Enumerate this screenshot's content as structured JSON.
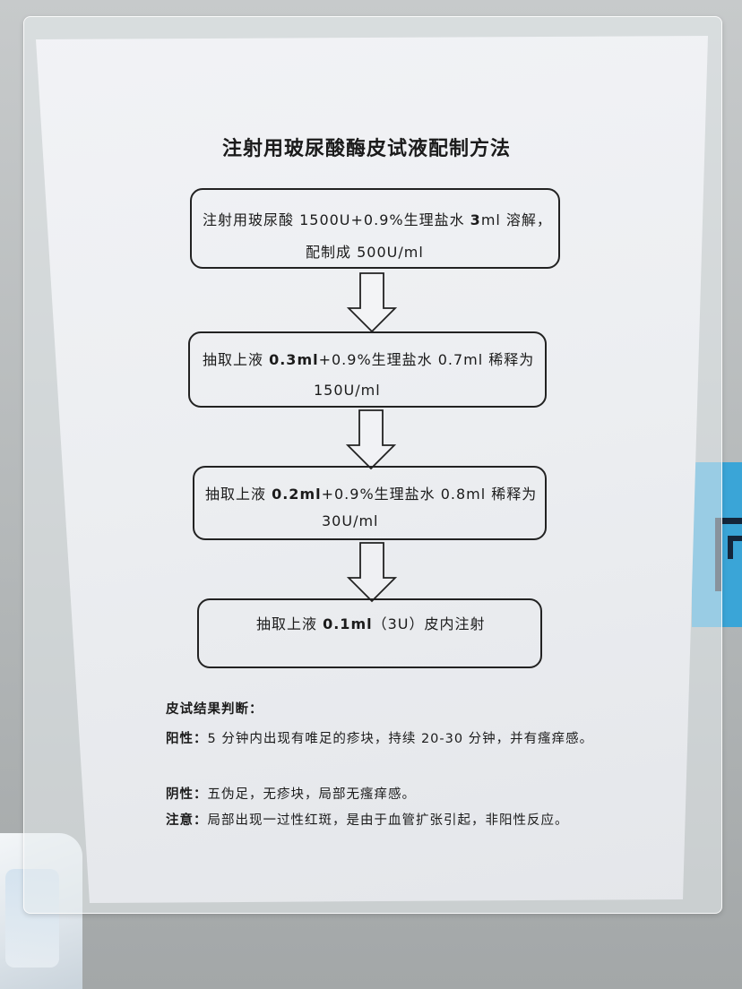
{
  "title": "注射用玻尿酸酶皮试液配制方法",
  "steps": [
    {
      "line1": [
        "注射用玻尿酸 1500U+0.9%生理盐水 ",
        "3",
        "ml 溶解，"
      ],
      "line2": "配制成 500U/ml"
    },
    {
      "line1": [
        "抽取上液 ",
        "0.3ml",
        "+0.9%生理盐水 0.7ml 稀释为"
      ],
      "line2": "150U/ml"
    },
    {
      "line1": [
        "抽取上液 ",
        "0.2ml",
        "+0.9%生理盐水 0.8ml 稀释为"
      ],
      "line2": "30U/ml"
    },
    {
      "line1": [
        "抽取上液 ",
        "0.1ml",
        "（3U）皮内注射"
      ]
    }
  ],
  "results": {
    "heading": "皮试结果判断：",
    "positive": {
      "label": "阳性：",
      "text": "5 分钟内出现有唯足的疹块，持续 20-30 分钟，并有瘙痒感。"
    },
    "negative": {
      "label": "阴性：",
      "text": "五伪足，无疹块，局部无瘙痒感。"
    },
    "note": {
      "label": "注意：",
      "text": "局部出现一过性红斑，是由于血管扩张引起，非阳性反应。"
    }
  },
  "icons": {
    "arrow": "down-arrow-icon"
  },
  "colors": {
    "sign_blue": "#3aa5d7",
    "ink": "#1b1b1b"
  }
}
